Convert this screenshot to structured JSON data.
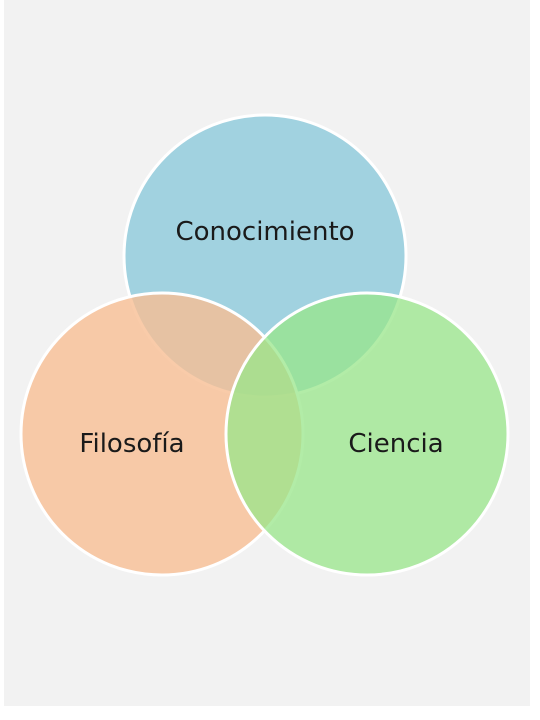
{
  "diagram": {
    "type": "venn",
    "sets": [
      {
        "label": "Conocimiento",
        "color": "#93cddd"
      },
      {
        "label": "Filosofía",
        "color": "#f7be94"
      },
      {
        "label": "Ciencia",
        "color": "#98e68a"
      }
    ],
    "outline_color": "#ffffff",
    "background_color": "#f2f2f2"
  }
}
